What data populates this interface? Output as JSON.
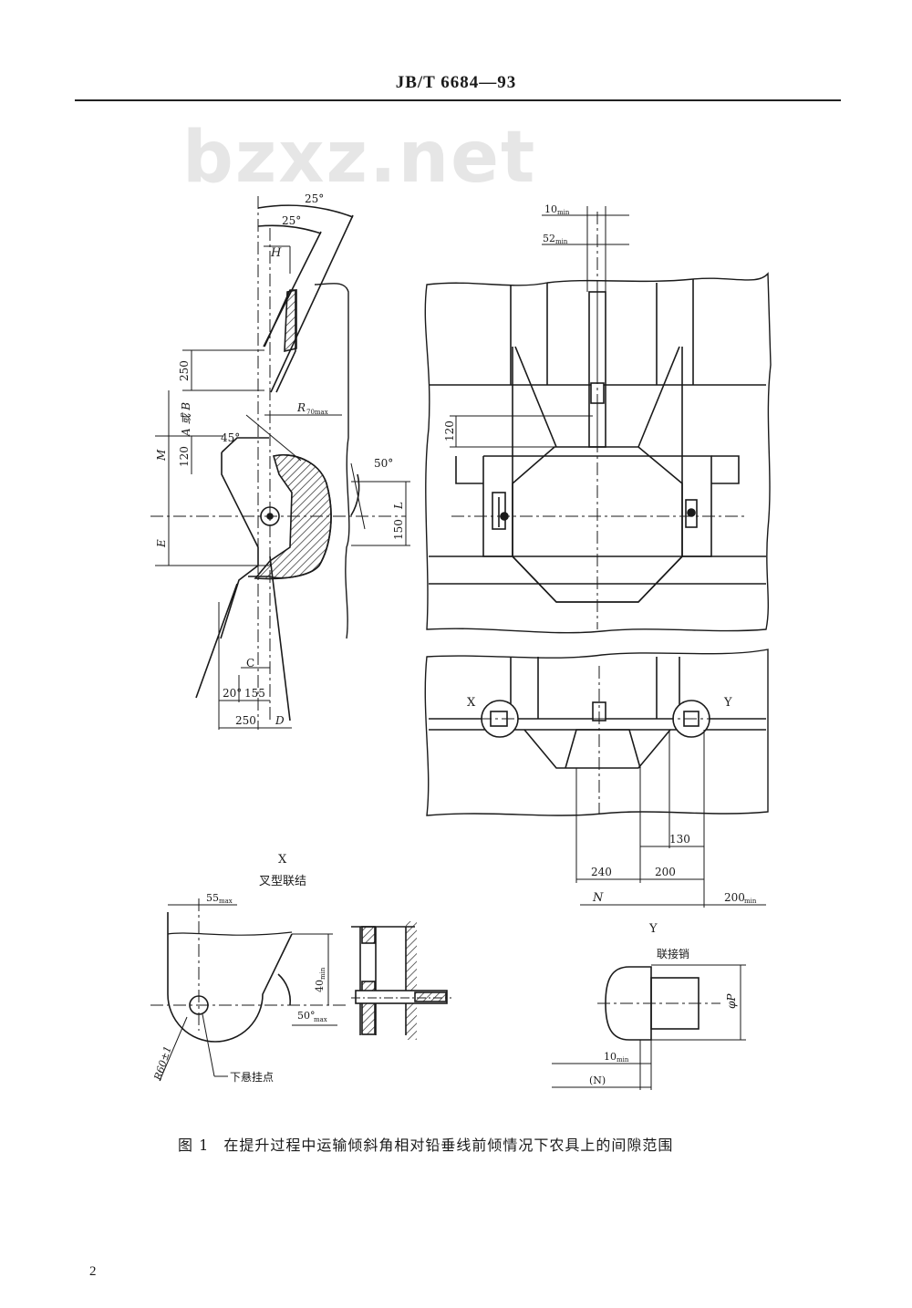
{
  "header": {
    "standard_number": "JB/T 6684—93"
  },
  "watermark": "bzxz.net",
  "drawing": {
    "left_view": {
      "angles": [
        "25°",
        "25°",
        "45°",
        "50°",
        "20°"
      ],
      "dims": [
        "250",
        "120",
        "150",
        "155",
        "250"
      ],
      "symbols": [
        "H",
        "A 或 B",
        "M",
        "E",
        "L",
        "C",
        "D",
        "R",
        "70max"
      ]
    },
    "top_view": {
      "dims": [
        "10",
        "min",
        "52",
        "min",
        "120"
      ]
    },
    "bottom_view": {
      "labels": [
        "X",
        "Y",
        "N"
      ],
      "dims": [
        "130",
        "240",
        "200",
        "200",
        "min"
      ]
    },
    "detail_x": {
      "title_letter": "X",
      "title": "叉型联结",
      "dims": [
        "55",
        "max",
        "40",
        "min",
        "50°",
        "max"
      ],
      "radius_label": "R60±1",
      "point_label": "下悬挂点"
    },
    "detail_y": {
      "title_letter": "Y",
      "title": "联接销",
      "dims": [
        "10",
        "min",
        "(N)"
      ],
      "diameter_label": "φP"
    }
  },
  "caption": {
    "figure_label": "图 1",
    "text": "在提升过程中运输倾斜角相对铅垂线前倾情况下农具上的间隙范围"
  },
  "page_number": "2"
}
